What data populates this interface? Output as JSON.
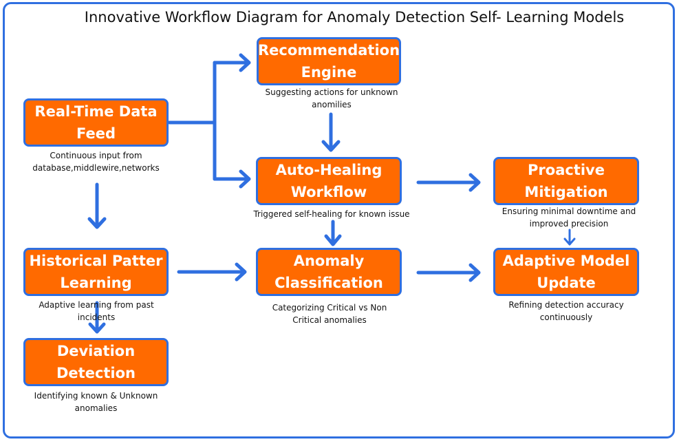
{
  "title": "Innovative Workflow Diagram for Anomaly Detection Self- Learning Models",
  "colors": {
    "box_fill": "#ff6a00",
    "box_border": "#2f6fe0",
    "arrow": "#2f6fe0",
    "frame": "#2f6fe0"
  },
  "nodes": {
    "recommendation": {
      "label": "Recommendation Engine",
      "caption": "Suggesting actions for unknown anomilies"
    },
    "realtime": {
      "label": "Real-Time Data Feed",
      "caption": "Continuous input from database,middlewire,networks"
    },
    "autohealing": {
      "label": "Auto-Healing Workflow",
      "caption": "Triggered self-healing for known issue"
    },
    "proactive": {
      "label": "Proactive Mitigation",
      "caption": "Ensuring minimal downtime and improved precision"
    },
    "historical": {
      "label": "Historical Patter Learning",
      "caption": "Adaptive learning from past incidents"
    },
    "anomaly": {
      "label": "Anomaly Classification",
      "caption": "Categorizing Critical vs Non Critical anomalies"
    },
    "adaptive": {
      "label": "Adaptive Model Update",
      "caption": "Refining detection accuracy continuously"
    },
    "deviation": {
      "label": "Deviation Detection",
      "caption": "Identifying known & Unknown anomalies"
    }
  },
  "edges": [
    {
      "from": "Real-Time Data Feed",
      "to": "Recommendation Engine"
    },
    {
      "from": "Real-Time Data Feed",
      "to": "Auto-Healing Workflow"
    },
    {
      "from": "Recommendation Engine",
      "to": "Auto-Healing Workflow"
    },
    {
      "from": "Auto-Healing Workflow",
      "to": "Proactive Mitigation"
    },
    {
      "from": "Auto-Healing Workflow",
      "to": "Anomaly Classification"
    },
    {
      "from": "Proactive Mitigation",
      "to": "Adaptive Model Update"
    },
    {
      "from": "Real-Time Data Feed",
      "to": "Historical Patter Learning"
    },
    {
      "from": "Historical Patter Learning",
      "to": "Anomaly Classification"
    },
    {
      "from": "Anomaly Classification",
      "to": "Adaptive Model Update"
    },
    {
      "from": "Historical Patter Learning",
      "to": "Deviation Detection"
    }
  ]
}
